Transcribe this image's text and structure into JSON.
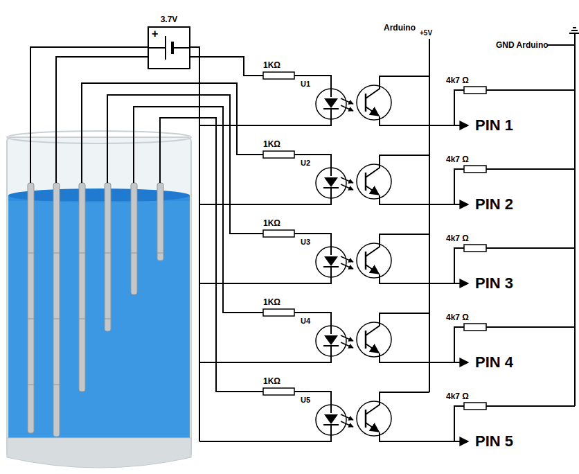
{
  "diagram": {
    "nodes": [
      {
        "text": [
          "3.7V",
          "+"
        ]
      }
    ],
    "labels": [
      "Arduino",
      "+5V",
      "GND Arduino",
      "1KΩ",
      "U1",
      "4k7 Ω",
      "PIN 1",
      "1KΩ",
      "U2",
      "4k7 Ω",
      "PIN 2",
      "1KΩ",
      "U3",
      "4k7 Ω",
      "PIN 3",
      "1KΩ",
      "U4",
      "4k7 Ω",
      "PIN 4",
      "1KΩ",
      "U5",
      "4k7 Ω",
      "PIN 5"
    ]
  }
}
